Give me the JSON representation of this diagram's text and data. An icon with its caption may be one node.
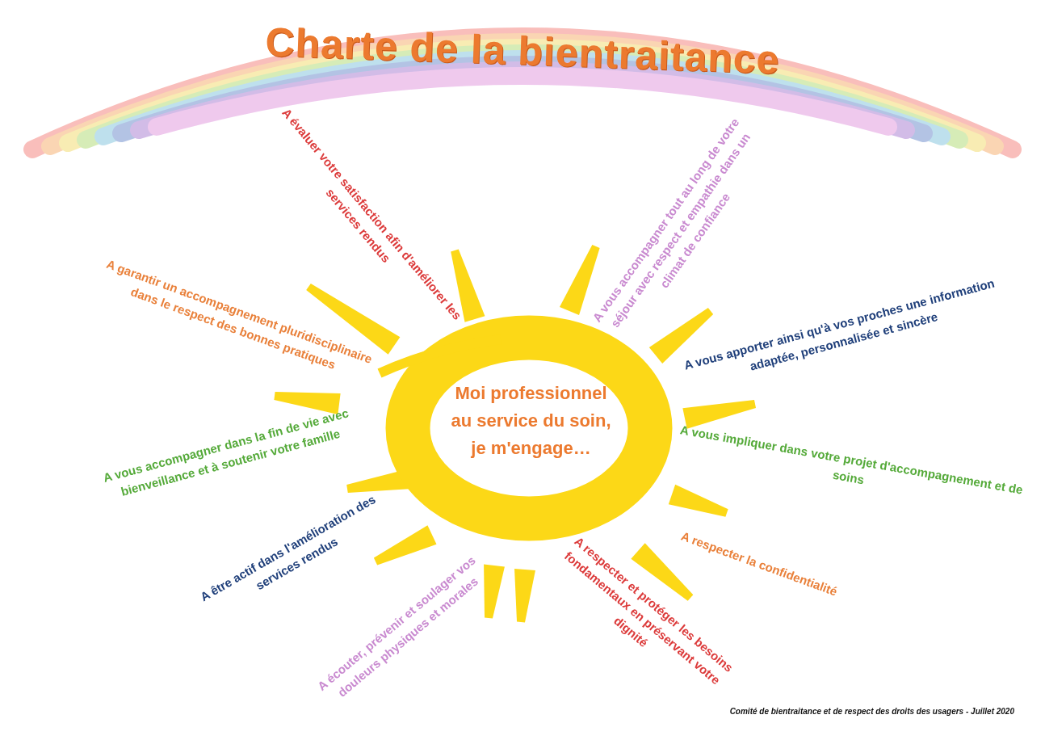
{
  "diagram": {
    "title": "Charte de la bientraitance",
    "caption": "Comité de bientraitance et de respect des droits des usagers - Juillet 2020",
    "nodes": [
      {
        "text": [
          "Moi professionnel au service du soin, je m'engage…"
        ]
      }
    ],
    "labels": [
      "A évaluer votre satisfaction afin d'améliorer les services rendus",
      "A vous accompagner tout au long de votre séjour avec respect et empathie dans un climat de confiance",
      "A garantir un accompagnement pluridisciplinaire dans le respect des bonnes pratiques",
      "A vous apporter ainsi qu'à vos proches une information adaptée, personnalisée et sincère",
      "A vous accompagner dans la fin de vie avec bienveillance et à soutenir votre famille",
      "A vous impliquer dans votre projet d'accompagnement et de soins",
      "A être actif dans l'amélioration des services rendus",
      "A respecter la confidentialité",
      "A écouter, prévenir et soulager vos douleurs physiques et morales",
      "A respecter et protéger les besoins fondamentaux en préservant votre dignité"
    ]
  }
}
